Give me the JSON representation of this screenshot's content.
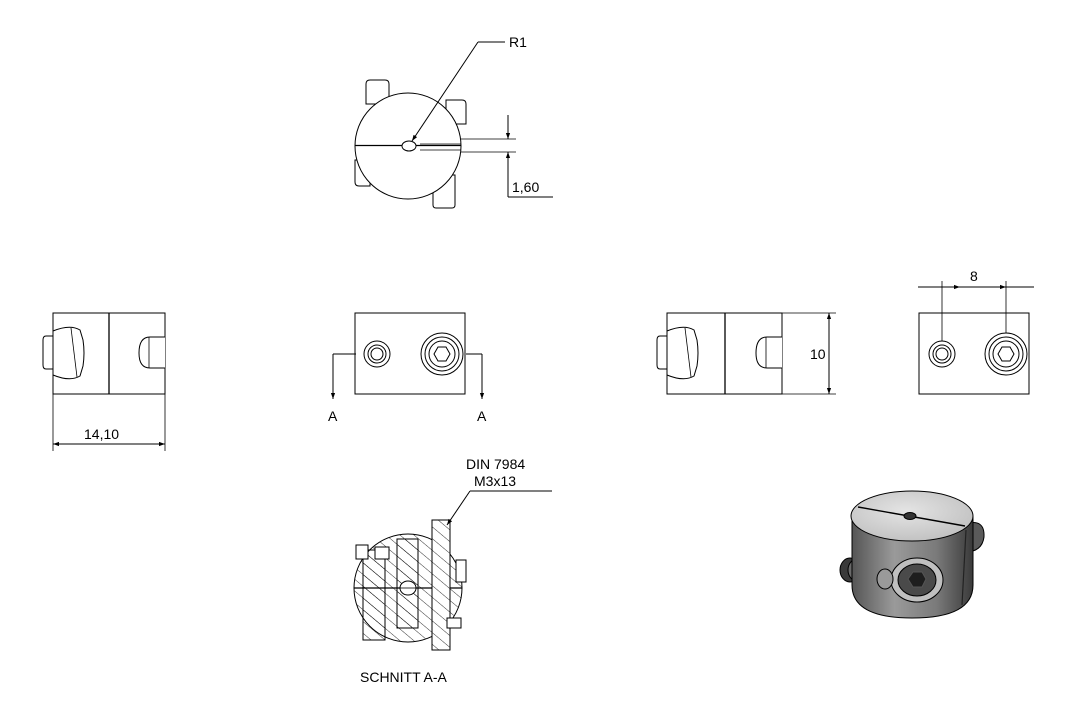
{
  "annotations": {
    "radius": "R1",
    "slot_width": "1,60",
    "length": "14,10",
    "height": "10",
    "hole_spacing": "8",
    "section_marker_left": "A",
    "section_marker_right": "A",
    "screw_standard": "DIN 7984",
    "screw_size": "M3x13",
    "section_title": "SCHNITT A-A"
  },
  "colors": {
    "line": "#000000",
    "background": "#ffffff",
    "render_light": "#d6d6d6",
    "render_mid": "#8a8a8a",
    "render_dark": "#3c3c3c"
  }
}
